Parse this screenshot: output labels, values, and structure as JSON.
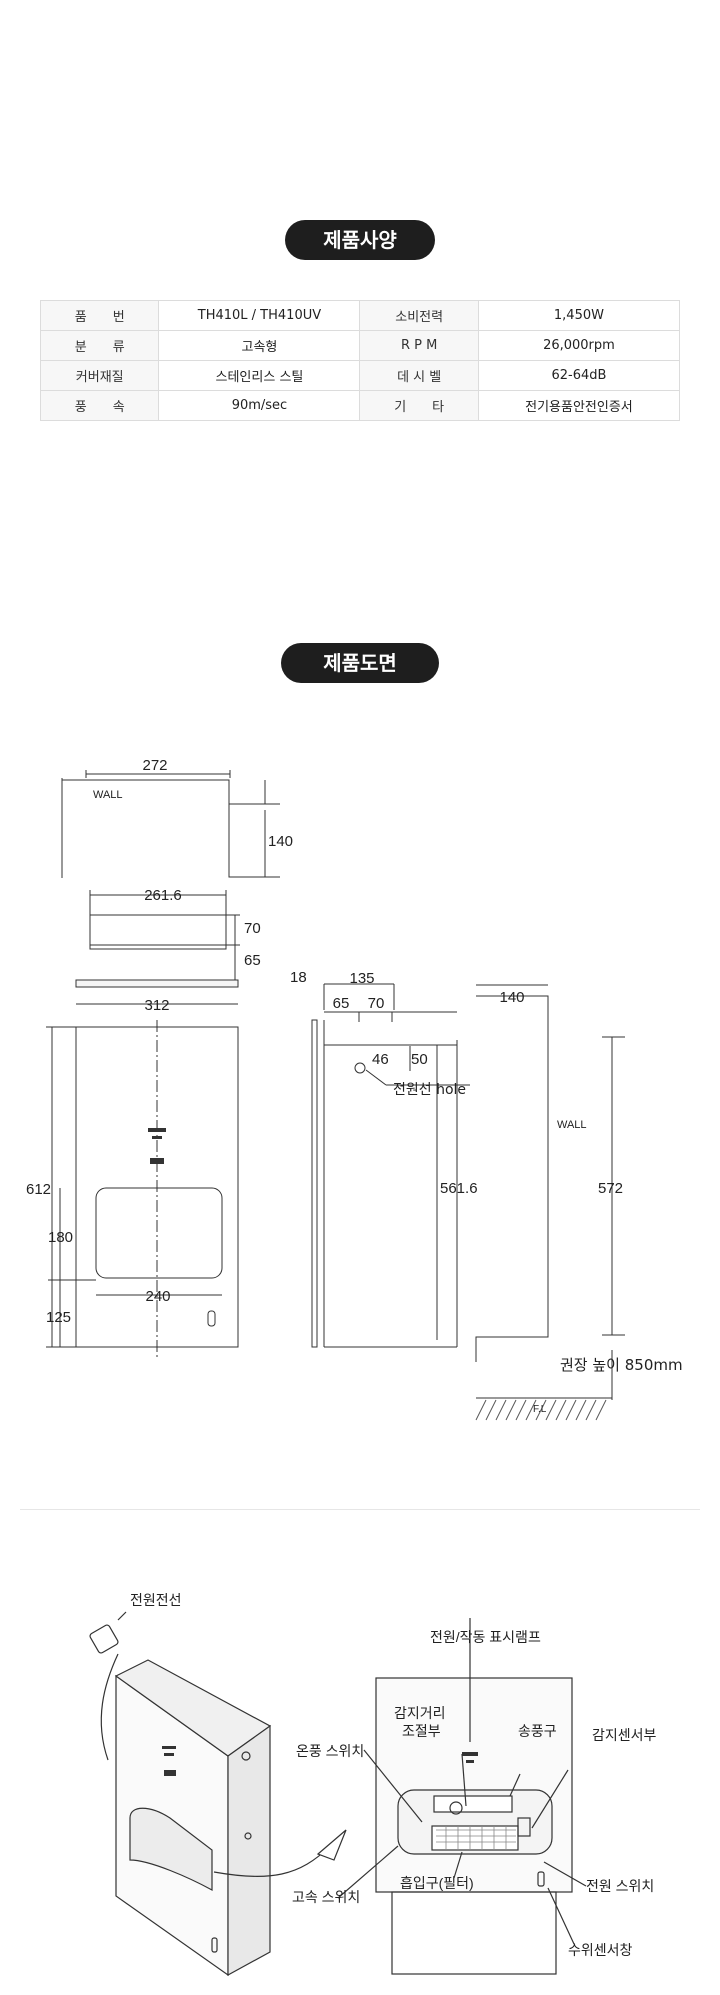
{
  "spec_section": {
    "title": "제품사양",
    "rows": [
      {
        "label1": "품　　번",
        "value1": "TH410L / TH410UV",
        "label2": "소비전력",
        "value2": "1,450W"
      },
      {
        "label1": "분　　류",
        "value1": "고속형",
        "label2": "R P M",
        "value2": "26,000rpm"
      },
      {
        "label1": "커버재질",
        "value1": "스테인리스 스틸",
        "label2": "데 시 벨",
        "value2": "62-64dB"
      },
      {
        "label1": "풍　　속",
        "value1": "90m/sec",
        "label2": "기　　타",
        "value2": "전기용품안전인증서"
      }
    ]
  },
  "drawing_section": {
    "title": "제품도면",
    "dims": {
      "w272": "272",
      "wall": "WALL",
      "d140a": "140",
      "w261": "261.6",
      "d70": "70",
      "d65": "65",
      "w312": "312",
      "d18": "18",
      "w135": "135",
      "w65": "65",
      "w70": "70",
      "d46": "46",
      "d50": "50",
      "hole": "전원선 hole",
      "d612": "612",
      "d180": "180",
      "d125": "125",
      "w240": "240",
      "d561": "561.6",
      "w140": "140",
      "wall2": "WALL",
      "d572": "572",
      "rec": "권장 높이 850mm",
      "fl": "F.L"
    }
  },
  "parts_section": {
    "labels": {
      "power_cord": "전원전선",
      "indicator": "전원/작동 표시램프",
      "sensor_adjust_1": "감지거리",
      "sensor_adjust_2": "조절부",
      "outlet": "송풍구",
      "sensor": "감지센서부",
      "warm_switch": "온풍 스위치",
      "high_switch": "고속 스위치",
      "intake": "흡입구(필터)",
      "power_switch": "전원 스위치",
      "water_sensor": "수위센서창"
    }
  }
}
